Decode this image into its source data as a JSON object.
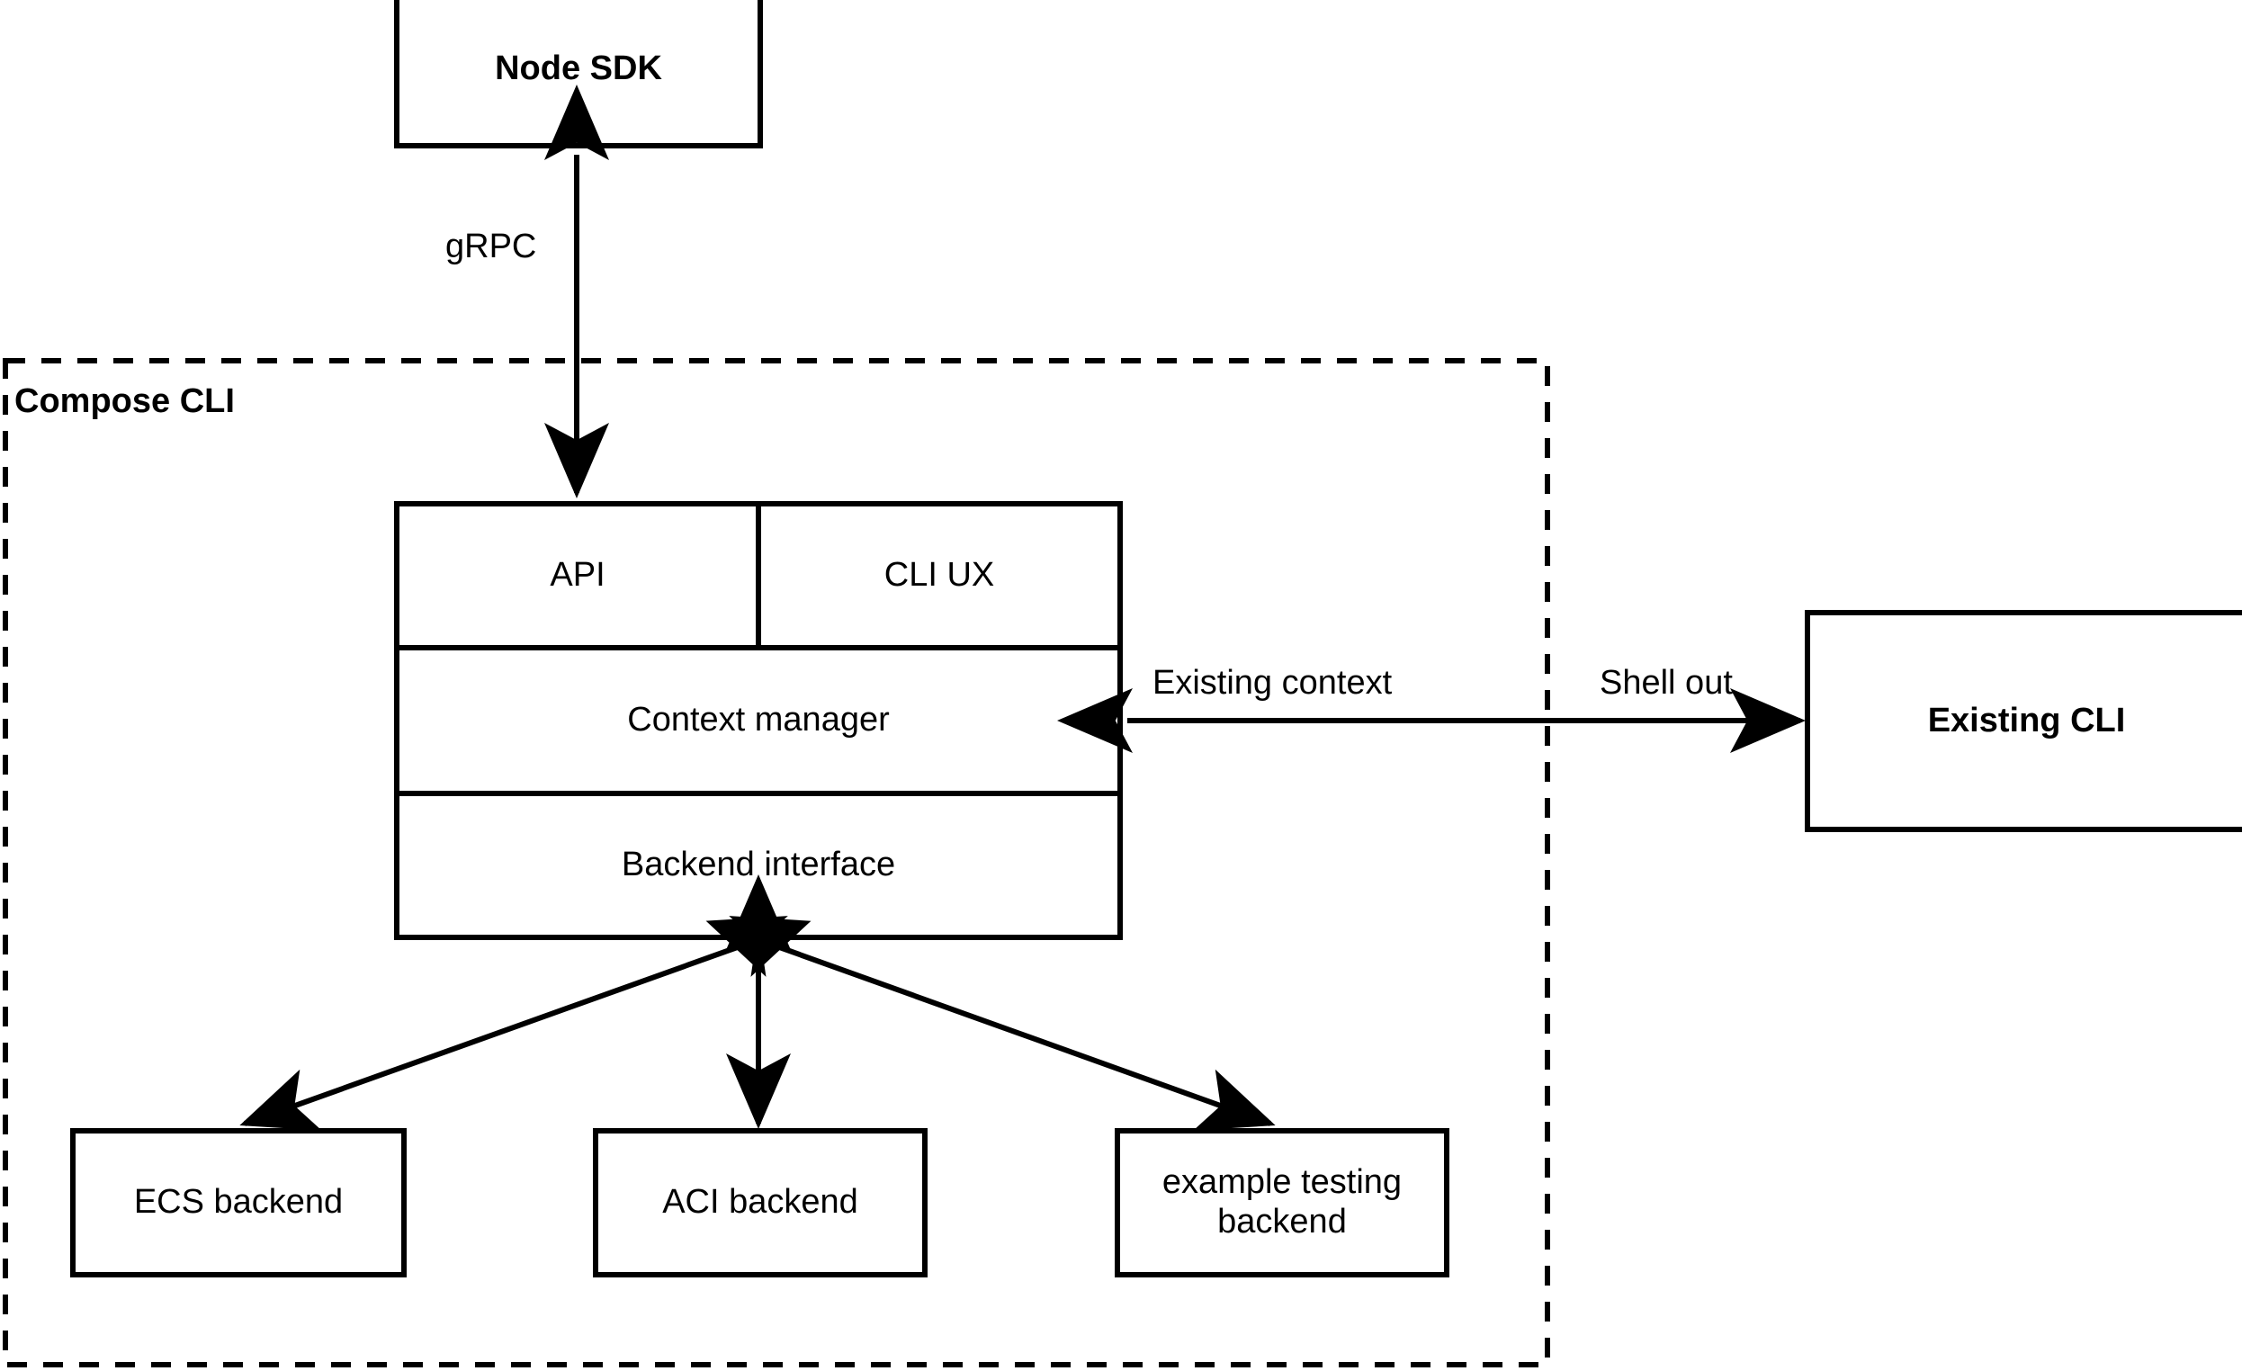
{
  "diagram": {
    "title_present": false,
    "background_color": "#ffffff",
    "stroke_color": "#000000",
    "nodes": {
      "node_sdk": {
        "label": "Node SDK",
        "bold": true
      },
      "api": {
        "label": "API",
        "bold": false
      },
      "cli_ux": {
        "label": "CLI UX",
        "bold": false
      },
      "context_manager": {
        "label": "Context manager",
        "bold": false
      },
      "backend_interface": {
        "label": "Backend interface",
        "bold": false
      },
      "existing_cli": {
        "label": "Existing CLI",
        "bold": true
      },
      "ecs_backend": {
        "label": "ECS backend",
        "bold": false
      },
      "aci_backend": {
        "label": "ACI backend",
        "bold": false
      },
      "example_testing_backend_line1": {
        "label": "example testing",
        "bold": false
      },
      "example_testing_backend_line2": {
        "label": "backend",
        "bold": false
      }
    },
    "group": {
      "label": "Compose CLI",
      "border_style": "dashed"
    },
    "edges": [
      {
        "id": "grpc",
        "label": "gRPC",
        "from": "compose_cli_box",
        "to": "node_sdk",
        "arrows": "both"
      },
      {
        "id": "existing-context",
        "label": "Existing context",
        "from": "existing_cli",
        "to": "context_manager",
        "arrows": "to-context-manager"
      },
      {
        "id": "shell-out",
        "label": "Shell out",
        "from": "context_manager",
        "to": "existing_cli",
        "arrows": "to-existing-cli"
      },
      {
        "id": "ecs-link",
        "label": "",
        "from": "backend_interface",
        "to": "ecs_backend",
        "arrows": "both"
      },
      {
        "id": "aci-link",
        "label": "",
        "from": "backend_interface",
        "to": "aci_backend",
        "arrows": "both"
      },
      {
        "id": "example-link",
        "label": "",
        "from": "backend_interface",
        "to": "example_testing_backend",
        "arrows": "both"
      }
    ]
  }
}
